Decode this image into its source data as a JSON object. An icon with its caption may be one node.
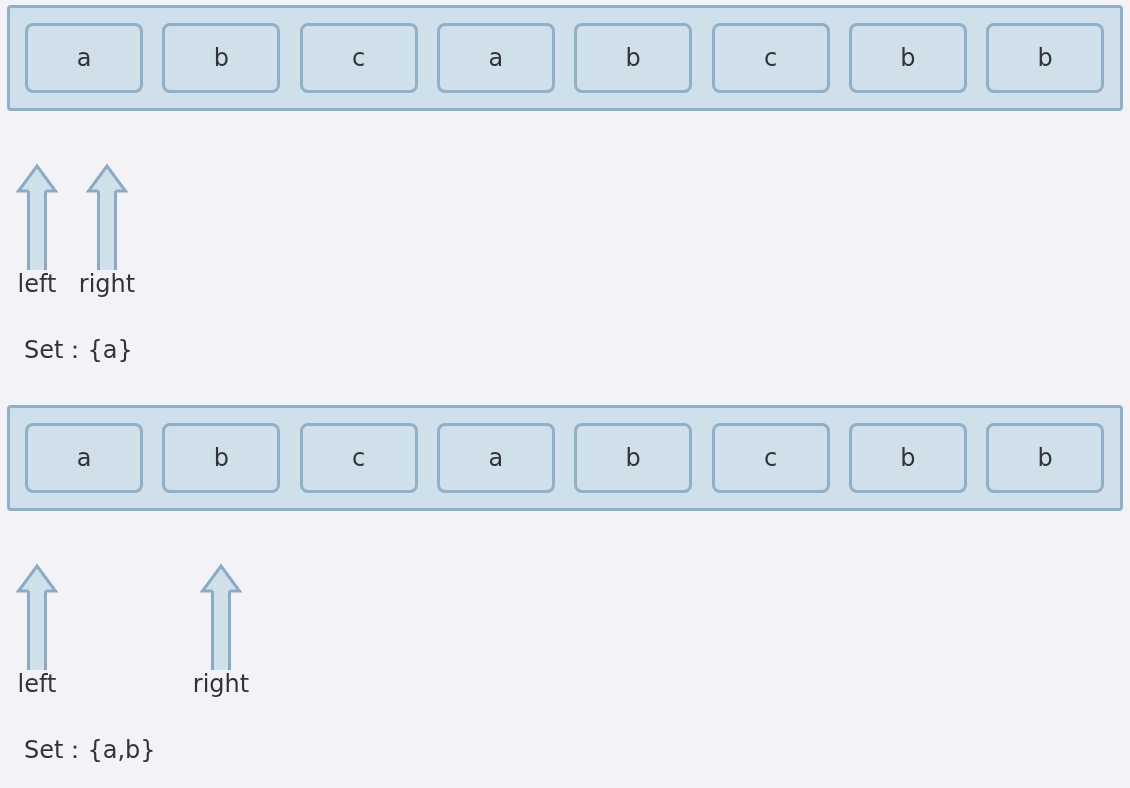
{
  "diagram": {
    "nodes": [
      {
        "text": [],
        "shape": "box"
      },
      {
        "text": [
          "a"
        ],
        "in": 0
      },
      {
        "text": [
          "b"
        ],
        "in": 0
      },
      {
        "text": [
          "c"
        ],
        "in": 0
      },
      {
        "text": [
          "a"
        ],
        "in": 0
      },
      {
        "text": [
          "b"
        ],
        "in": 0
      },
      {
        "text": [
          "c"
        ],
        "in": 0
      },
      {
        "text": [
          "b"
        ],
        "in": 0
      },
      {
        "text": [
          "b"
        ],
        "in": 0
      },
      {
        "text": [
          "left"
        ]
      },
      {
        "text": [
          "right"
        ]
      },
      {
        "text": [],
        "shape": "box"
      },
      {
        "text": [
          "a"
        ],
        "in": 11
      },
      {
        "text": [
          "b"
        ],
        "in": 11
      },
      {
        "text": [
          "c"
        ],
        "in": 11
      },
      {
        "text": [
          "a"
        ],
        "in": 11
      },
      {
        "text": [
          "b"
        ],
        "in": 11
      },
      {
        "text": [
          "c"
        ],
        "in": 11
      },
      {
        "text": [
          "b"
        ],
        "in": 11
      },
      {
        "text": [
          "b"
        ],
        "in": 11
      },
      {
        "text": [
          "left"
        ]
      },
      {
        "text": [
          "right"
        ]
      }
    ],
    "edges": [
      {
        "from": 9,
        "to": null,
        "arrow": "to"
      },
      {
        "from": 10,
        "to": null,
        "arrow": "to"
      },
      {
        "from": 20,
        "to": null,
        "arrow": "to"
      },
      {
        "from": 21,
        "to": null,
        "arrow": "to"
      }
    ],
    "labels": [
      "Set：{a}",
      "Set：{a,b}"
    ]
  }
}
